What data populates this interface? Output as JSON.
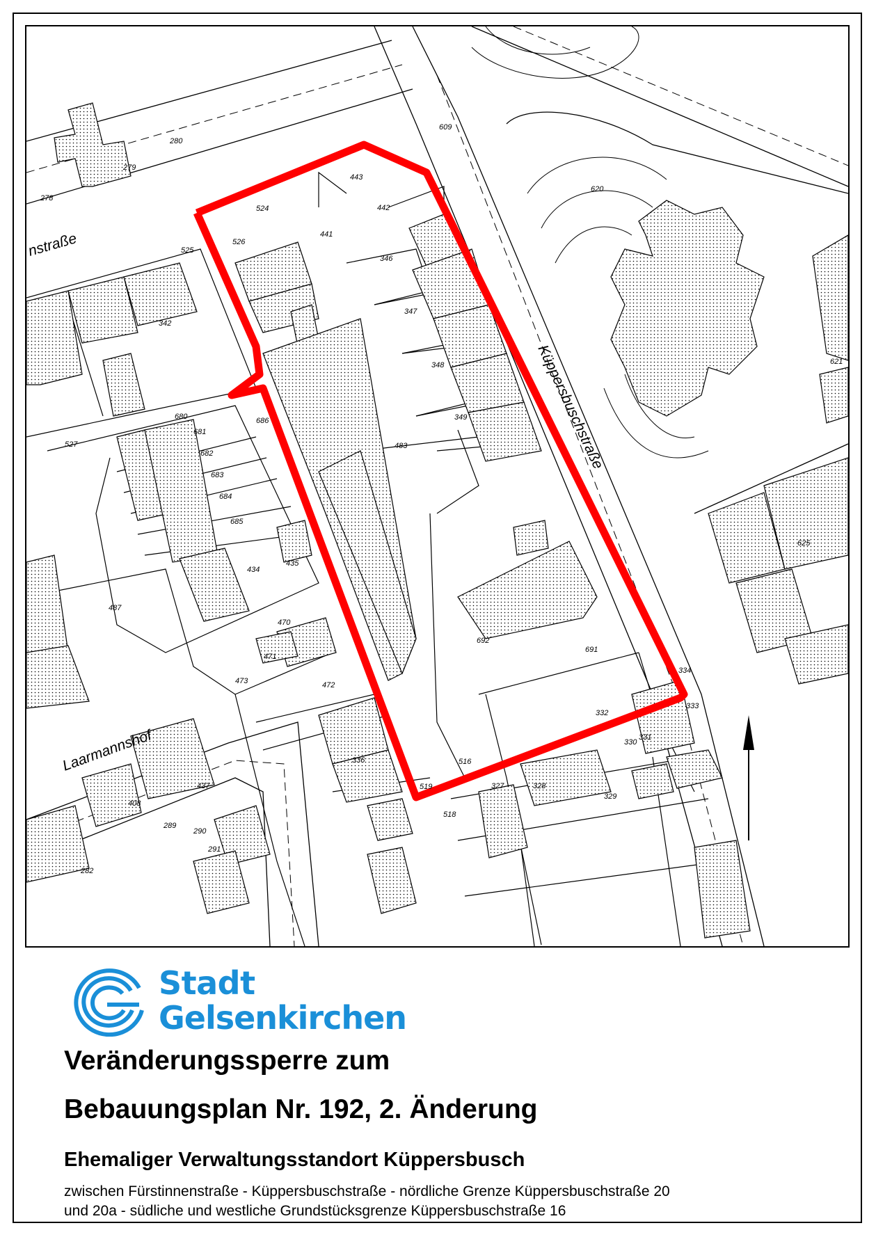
{
  "logo": {
    "line1": "Stadt",
    "line2": "Gelsenkirchen",
    "color": "#1a8fd8"
  },
  "title": {
    "line1": "Veränderungssperre zum",
    "line2": "Bebauungsplan Nr. 192, 2. Änderung"
  },
  "subtitle": "Ehemaliger Verwaltungsstandort Küppersbusch",
  "description": {
    "line1": "zwischen Fürstinnenstraße - Küppersbuschstraße - nördliche Grenze Küppersbuschstraße 20",
    "line2": "und 20a - südliche und westliche Grundstücksgrenze Küppersbuschstraße 16"
  },
  "map": {
    "boundary_color": "#ff0000",
    "streets": {
      "kueppersbusch": "Küppersbuschstraße",
      "laarmannshof": "Laarmannshof",
      "fuerstinnen_fragment": "nstraße"
    },
    "parcels": [
      "609",
      "443",
      "442",
      "524",
      "441",
      "526",
      "525",
      "346",
      "347",
      "348",
      "349",
      "342",
      "280",
      "279",
      "278",
      "483",
      "680",
      "681",
      "682",
      "683",
      "684",
      "685",
      "686",
      "527",
      "487",
      "434",
      "435",
      "470",
      "471",
      "472",
      "473",
      "336",
      "437",
      "408",
      "289",
      "290",
      "291",
      "282",
      "519",
      "516",
      "518",
      "327",
      "328",
      "329",
      "692",
      "691",
      "332",
      "334",
      "333",
      "330",
      "331",
      "620",
      "621",
      "625"
    ]
  }
}
